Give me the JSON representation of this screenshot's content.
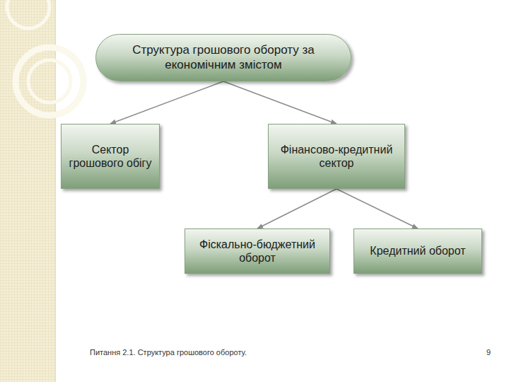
{
  "diagram": {
    "nodes": [
      {
        "text": [
          "Структура грошового обороту за економічним змістом"
        ]
      },
      {
        "text": [
          "Сектор грошового обігу"
        ]
      },
      {
        "text": [
          "Фінансово-кредитний сектор"
        ]
      },
      {
        "text": [
          "Фіскально-бюджетний оборот"
        ]
      },
      {
        "text": [
          "Кредитний оборот"
        ]
      }
    ],
    "edges": [
      {
        "from": 0,
        "to": 1,
        "arrow": "to"
      },
      {
        "from": 0,
        "to": 2,
        "arrow": "to"
      },
      {
        "from": 2,
        "to": 3,
        "arrow": "to"
      },
      {
        "from": 2,
        "to": 4,
        "arrow": "to"
      }
    ],
    "labels": [
      "Питання 2.1. Структура грошового обороту.",
      "9"
    ]
  }
}
